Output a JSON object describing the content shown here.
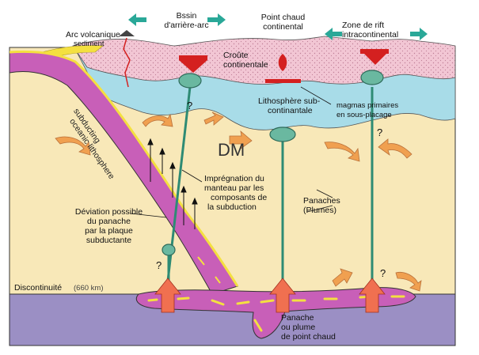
{
  "labels": {
    "arc_volcanique": "Arc volcanique",
    "sediment": "sediment",
    "bassin_l1": "Bssin",
    "bassin_l2": "d'arrière-arc",
    "point_chaud_l1": "Point chaud",
    "point_chaud_l2": "continental",
    "rift_l1": "Zone de rift",
    "rift_l2": "intracontinental",
    "croute_l1": "Croûte",
    "croute_l2": "continentale",
    "litho_l1": "Lithosphère sub-",
    "litho_l2": "continantale",
    "magmas_l1": "magmas primaires",
    "magmas_l2": "en sous-placage",
    "dm": "DM",
    "slab_l1": "subducting",
    "slab_l2": "oceanic lithosphere",
    "impreg_l1": "Imprégnation du",
    "impreg_l2": "manteau par les",
    "impreg_l3": "composants de",
    "impreg_l4": "la subduction",
    "panaches_l1": "Panaches",
    "panaches_l2": "(Plumes)",
    "deviation_l1": "Déviation possible",
    "deviation_l2": "du panache",
    "deviation_l3": "par la plaque",
    "deviation_l4": "subductante",
    "discontinuite": "Discontinuité",
    "discontinuite_depth": "(660 km)",
    "plume_l1": "Panache",
    "plume_l2": "ou plume",
    "plume_l3": "de point chaud",
    "question": "?"
  },
  "colors": {
    "crust": "#f2c6d4",
    "lithosphere": "#a8dce8",
    "mantle": "#f8e8b8",
    "lower_mantle": "#9b8fc4",
    "slab": "#c85fb8",
    "arrow_orange": "#f0a050",
    "plume_green": "#2e8b74",
    "magma_red": "#d42020",
    "teal_arrow": "#2aa898",
    "yellow_dash": "#f4e040"
  }
}
